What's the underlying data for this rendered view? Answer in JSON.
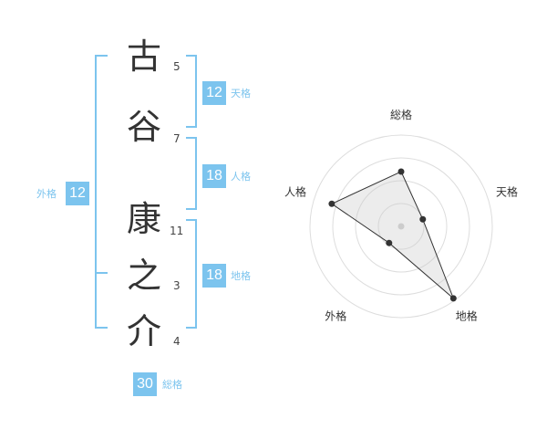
{
  "colors": {
    "accent": "#7cc4ee",
    "text": "#333333",
    "grid": "#dddddd",
    "line": "#333333"
  },
  "name": {
    "characters": [
      {
        "char": "古",
        "strokes": "5"
      },
      {
        "char": "谷",
        "strokes": "7"
      },
      {
        "char": "康",
        "strokes": "11"
      },
      {
        "char": "之",
        "strokes": "3"
      },
      {
        "char": "介",
        "strokes": "4"
      }
    ]
  },
  "kakusu": {
    "tenkaku": {
      "value": "12",
      "label": "天格"
    },
    "jinkaku": {
      "value": "18",
      "label": "人格"
    },
    "chikaku": {
      "value": "18",
      "label": "地格"
    },
    "gaikaku": {
      "value": "12",
      "label": "外格"
    },
    "soukaku": {
      "value": "30",
      "label": "総格"
    }
  },
  "chart_data": {
    "type": "radar",
    "axes": [
      "総格",
      "天格",
      "地格",
      "外格",
      "人格"
    ],
    "rings": 4,
    "values": [
      2.4,
      1.0,
      3.9,
      0.9,
      3.2
    ],
    "max": 4
  }
}
